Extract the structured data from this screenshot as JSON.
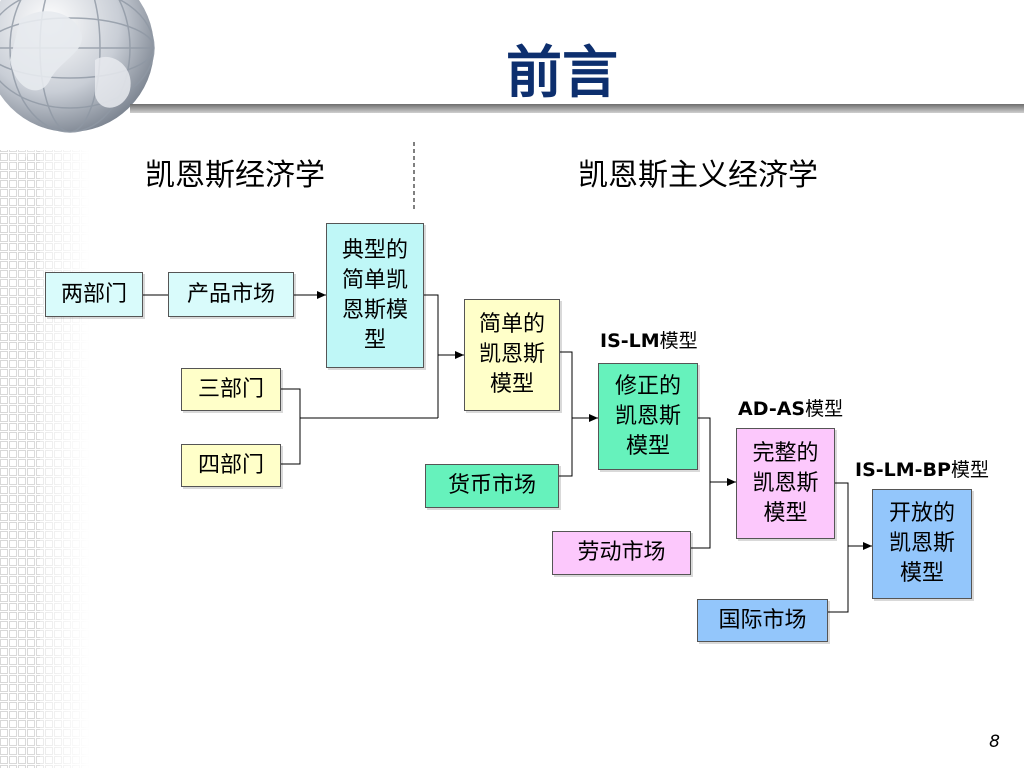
{
  "title": "前言",
  "headings": {
    "left": "凯恩斯经济学",
    "right": "凯恩斯主义经济学"
  },
  "boxes": {
    "two_sector": "两部门",
    "product_market": "产品市场",
    "typical_simple_model": "典型的简单凯恩斯模型",
    "three_sector": "三部门",
    "four_sector": "四部门",
    "simple_model": "简单的凯恩斯模型",
    "modified_model": "修正的凯恩斯模型",
    "money_market": "货币市场",
    "complete_model": "完整的凯恩斯模型",
    "labor_market": "劳动市场",
    "open_model": "开放的凯恩斯模型",
    "international_market": "国际市场"
  },
  "model_labels": {
    "islm": {
      "bold": "IS-LM",
      "suffix": "模型"
    },
    "adas": {
      "bold": "AD-AS",
      "suffix": "模型"
    },
    "islmbp": {
      "bold": "IS-LM-BP",
      "suffix": "模型"
    }
  },
  "colors": {
    "title": "#0d2f6e",
    "light_cyan": "#d9fbfb",
    "cyan": "#bff7f7",
    "yellow": "#ffffc9",
    "green": "#66f2bc",
    "pink": "#fcc8fc",
    "blue": "#93c6fb"
  },
  "page_number": "8"
}
